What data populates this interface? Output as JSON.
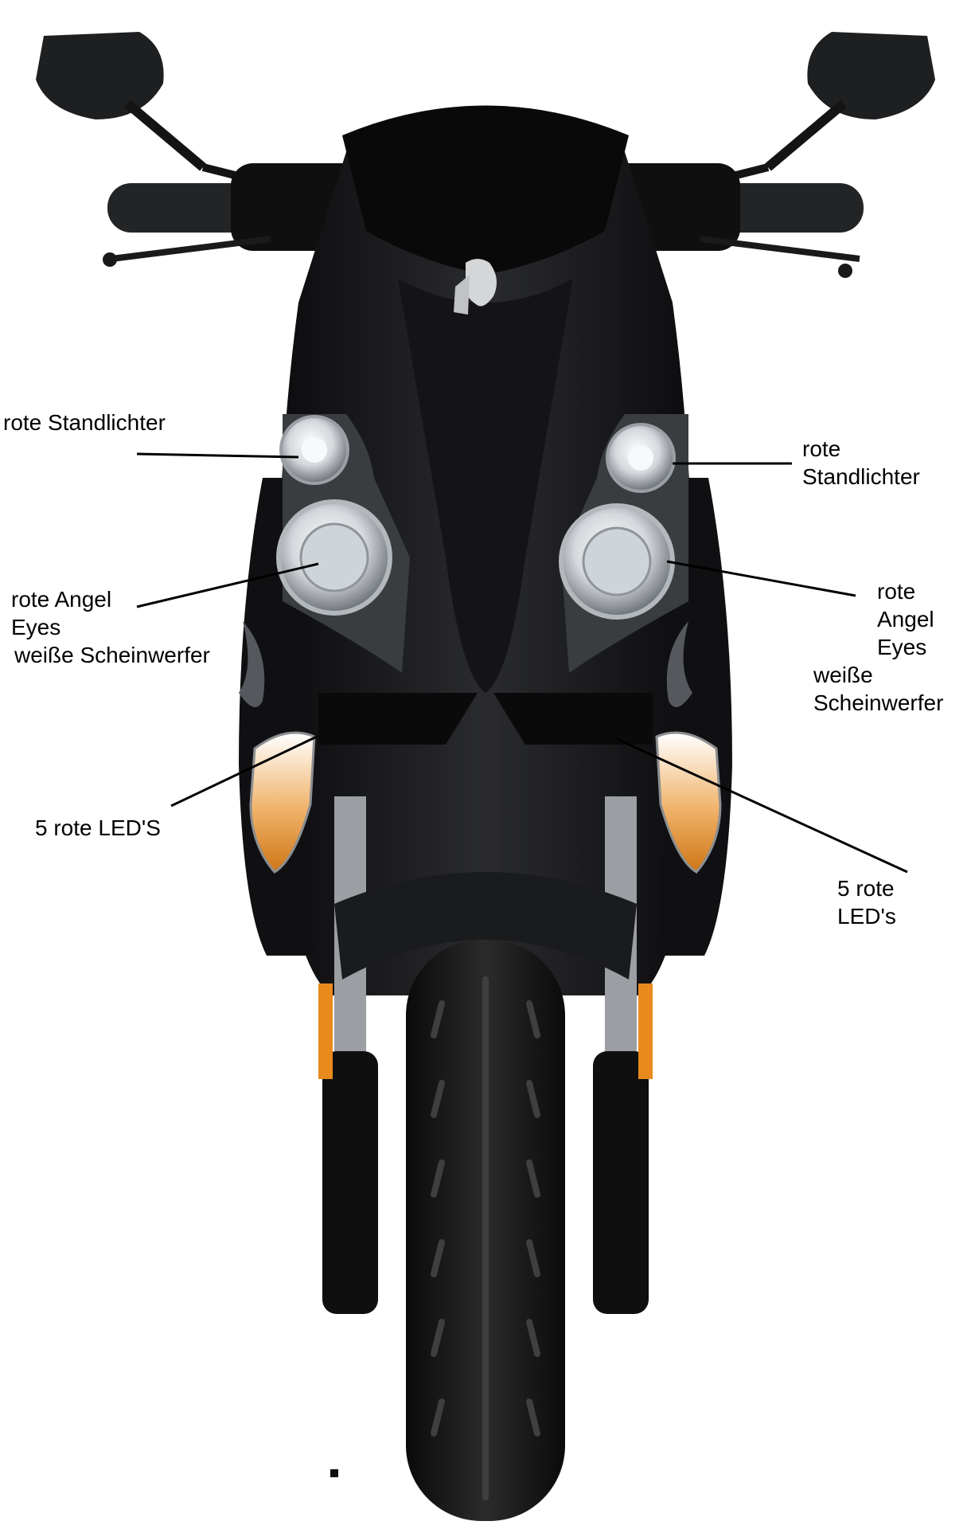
{
  "image": {
    "subject": "scooter-front-view",
    "colors": {
      "background": "#ffffff",
      "body": "#151517",
      "lens": "#d9dde0",
      "indicator": "#e98a1c",
      "label_text": "#000000",
      "leader_line": "#000000"
    }
  },
  "labels": {
    "left_standlichter": [
      "rote Standlichter"
    ],
    "right_standlichter": [
      "rote",
      "Standlichter"
    ],
    "left_angel_eyes": [
      "rote Angel",
      "Eyes",
      "weiße Scheinwerfer"
    ],
    "right_angel_eyes": [
      "rote",
      "Angel",
      "Eyes",
      "weiße",
      "Scheinwerfer"
    ],
    "left_leds": [
      "5 rote LED'S"
    ],
    "right_leds": [
      "5 rote",
      "LED's"
    ]
  }
}
